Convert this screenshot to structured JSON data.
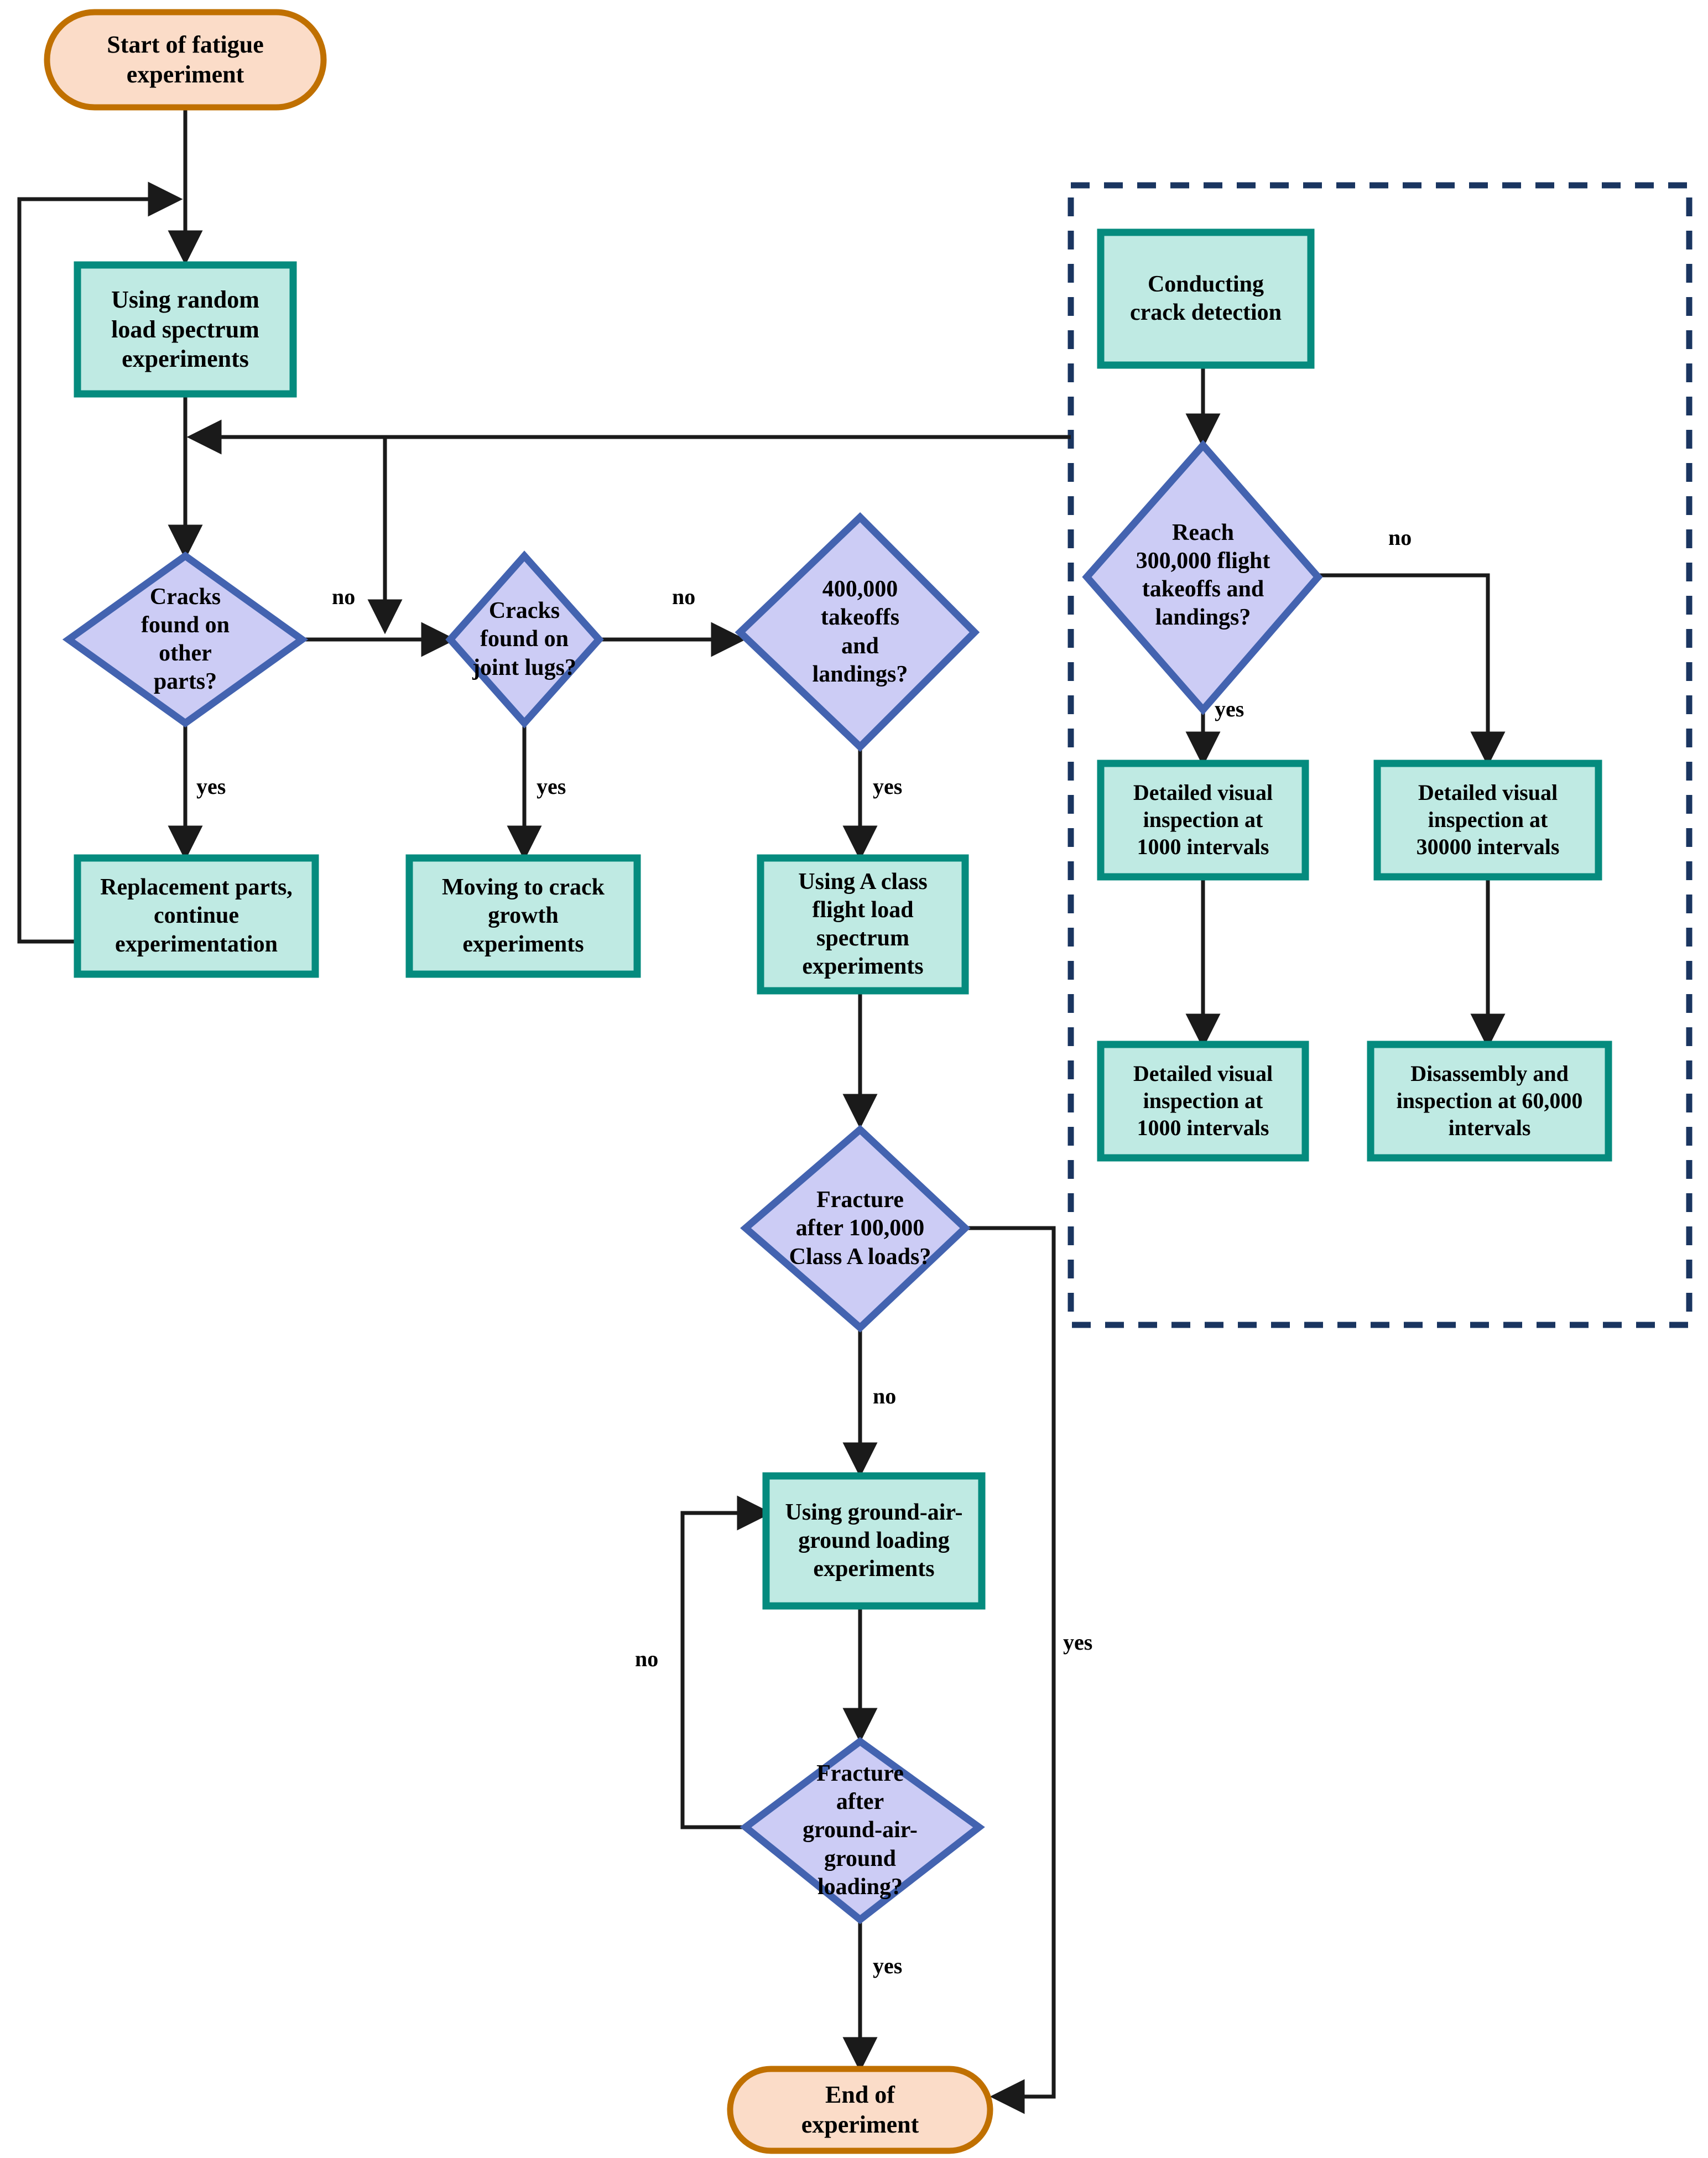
{
  "diagram": {
    "type": "flowchart",
    "title": "Fatigue experiment flowchart",
    "colors": {
      "terminator_fill": "#fbdcc8",
      "terminator_stroke": "#c07000",
      "process_fill": "#bfeae3",
      "process_stroke": "#058b7e",
      "decision_fill": "#ccccf5",
      "decision_stroke": "#4363b0",
      "connector": "#1a1a1a",
      "group_box_stroke": "#1a3560",
      "background": "#ffffff"
    }
  },
  "nodes": {
    "start": {
      "label": "Start of fatigue\nexperiment",
      "shape": "terminator"
    },
    "random_load": {
      "label": "Using random\nload spectrum\nexperiments",
      "shape": "process"
    },
    "cracks_other": {
      "label": "Cracks\nfound on\nother\nparts?",
      "shape": "decision"
    },
    "replacement": {
      "label": "Replacement parts,\ncontinue\nexperimentation",
      "shape": "process"
    },
    "cracks_lugs": {
      "label": "Cracks\nfound on\njoint lugs?",
      "shape": "decision"
    },
    "crack_growth": {
      "label": "Moving to crack\ngrowth\nexperiments",
      "shape": "process"
    },
    "takeoffs_400k": {
      "label": "400,000\ntakeoffs\nand\nlandings?",
      "shape": "decision"
    },
    "class_a": {
      "label": "Using A class\nflight load\nspectrum\nexperiments",
      "shape": "process"
    },
    "fracture_100k": {
      "label": "Fracture\nafter 100,000\nClass A loads?",
      "shape": "decision"
    },
    "gag_loading": {
      "label": "Using ground-air-\nground loading\nexperiments",
      "shape": "process"
    },
    "fracture_gag": {
      "label": "Fracture\nafter\nground-air-\nground\nloading?",
      "shape": "decision"
    },
    "end": {
      "label": "End of\nexperiment",
      "shape": "terminator"
    },
    "crack_detection": {
      "label": "Conducting\ncrack detection",
      "shape": "process"
    },
    "reach_300k": {
      "label": "Reach\n300,000 flight\ntakeoffs and\nlandings?",
      "shape": "decision"
    },
    "visual_1000_a": {
      "label": "Detailed visual\ninspection at\n1000 intervals",
      "shape": "process"
    },
    "visual_30000": {
      "label": "Detailed visual\ninspection at\n30000 intervals",
      "shape": "process"
    },
    "visual_1000_b": {
      "label": "Detailed visual\ninspection at\n1000 intervals",
      "shape": "process"
    },
    "disassembly_60000": {
      "label": "Disassembly and\ninspection at 60,000\nintervals",
      "shape": "process"
    }
  },
  "edge_labels": {
    "cracks_other_no": "no",
    "cracks_other_yes": "yes",
    "cracks_lugs_no": "no",
    "cracks_lugs_yes": "yes",
    "takeoffs_400k_yes": "yes",
    "fracture_100k_no": "no",
    "fracture_100k_yes": "yes",
    "fracture_gag_no": "no",
    "fracture_gag_yes": "yes",
    "reach_300k_no": "no",
    "reach_300k_yes": "yes"
  },
  "edges": [
    {
      "from": "start",
      "to": "random_load",
      "label": ""
    },
    {
      "from": "random_load",
      "to": "cracks_other",
      "label": ""
    },
    {
      "from": "cracks_other",
      "to": "replacement",
      "label": "yes"
    },
    {
      "from": "cracks_other",
      "to": "cracks_lugs",
      "label": "no"
    },
    {
      "from": "replacement",
      "to": "random_load",
      "label": ""
    },
    {
      "from": "cracks_lugs",
      "to": "crack_growth",
      "label": "yes"
    },
    {
      "from": "cracks_lugs",
      "to": "takeoffs_400k",
      "label": "no"
    },
    {
      "from": "takeoffs_400k",
      "to": "class_a",
      "label": "yes"
    },
    {
      "from": "class_a",
      "to": "fracture_100k",
      "label": ""
    },
    {
      "from": "fracture_100k",
      "to": "gag_loading",
      "label": "no"
    },
    {
      "from": "fracture_100k",
      "to": "end",
      "label": "yes"
    },
    {
      "from": "gag_loading",
      "to": "fracture_gag",
      "label": ""
    },
    {
      "from": "fracture_gag",
      "to": "gag_loading",
      "label": "no"
    },
    {
      "from": "fracture_gag",
      "to": "end",
      "label": "yes"
    },
    {
      "from": "crack_detection",
      "to": "reach_300k",
      "label": ""
    },
    {
      "from": "reach_300k",
      "to": "visual_1000_a",
      "label": "yes"
    },
    {
      "from": "reach_300k",
      "to": "visual_30000",
      "label": "no"
    },
    {
      "from": "visual_1000_a",
      "to": "visual_1000_b",
      "label": ""
    },
    {
      "from": "visual_30000",
      "to": "disassembly_60000",
      "label": ""
    },
    {
      "from": "crack_detection_group",
      "to": "random_load",
      "label": ""
    }
  ]
}
